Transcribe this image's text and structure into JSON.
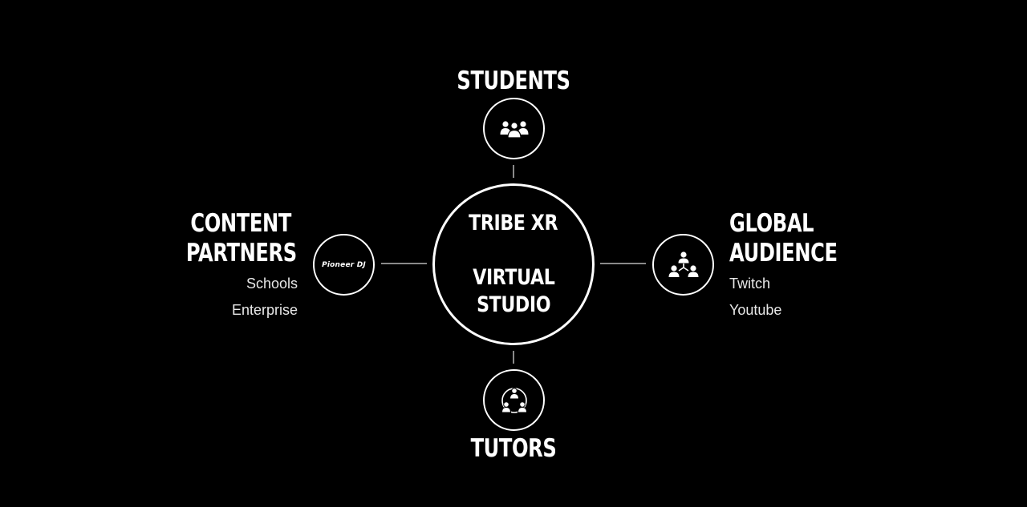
{
  "hub": {
    "line1": "TRIBE XR",
    "line2": "VIRTUAL",
    "line3": "STUDIO"
  },
  "top": {
    "title": "STUDENTS",
    "icon": "group-icon"
  },
  "bottom": {
    "title": "TUTORS",
    "icon": "network-people-icon"
  },
  "left": {
    "title_line1": "CONTENT",
    "title_line2": "PARTNERS",
    "items": [
      "Schools",
      "Enterprise"
    ],
    "logo_text": "Pioneer DJ"
  },
  "right": {
    "title_line1": "GLOBAL",
    "title_line2": "AUDIENCE",
    "items": [
      "Twitch",
      "Youtube"
    ],
    "icon": "audience-network-icon"
  },
  "colors": {
    "background": "#000000",
    "foreground": "#ffffff",
    "connector": "#8a8a8a"
  }
}
